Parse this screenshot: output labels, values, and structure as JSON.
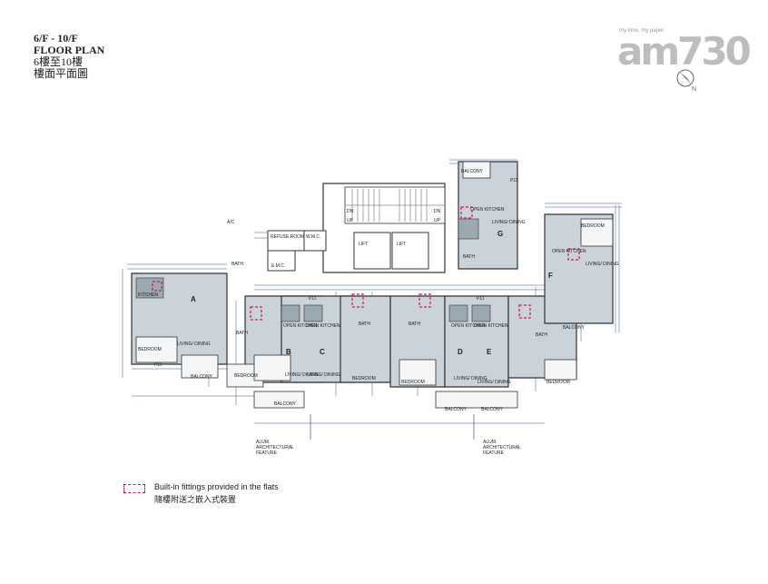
{
  "title": {
    "floors": "6/F - 10/F",
    "plan_label": "FLOOR PLAN",
    "floors_zh": "6樓至10樓",
    "plan_label_zh": "樓面平面圖"
  },
  "logo": {
    "brand": "am730",
    "tagline": "my time, my paper"
  },
  "plan": {
    "units": [
      "A",
      "B",
      "C",
      "D",
      "E",
      "F",
      "G"
    ],
    "rooms": {
      "lift": "LIFT",
      "refuse_room": "REFUSE ROOM",
      "wmc": "W.M.C.",
      "emc": "E.M.C.",
      "dn": "DN",
      "up": "UP",
      "pd": "P.D.",
      "bath": "BATH",
      "bedroom": "BEDROOM",
      "living_dining": "LIVING/ DINING",
      "open_kitchen": "OPEN KITCHEN",
      "kitchen": "KITCHEN",
      "balcony": "BALCONY",
      "ac": "A/C"
    },
    "feature_label_line1": "ALUM.",
    "feature_label_line2": "ARCHITECTURAL",
    "feature_label_line3": "FEATURE"
  },
  "legend": {
    "label_en": "Built-in fittings provided in the flats",
    "label_zh": "隨樓附送之嵌入式裝置",
    "swatch_color": "#d8145c"
  },
  "colors": {
    "unit_fill": "#c9d3d9",
    "wall": "#333333",
    "dimension": "#2a52a8",
    "highlight": "#d8145c"
  }
}
